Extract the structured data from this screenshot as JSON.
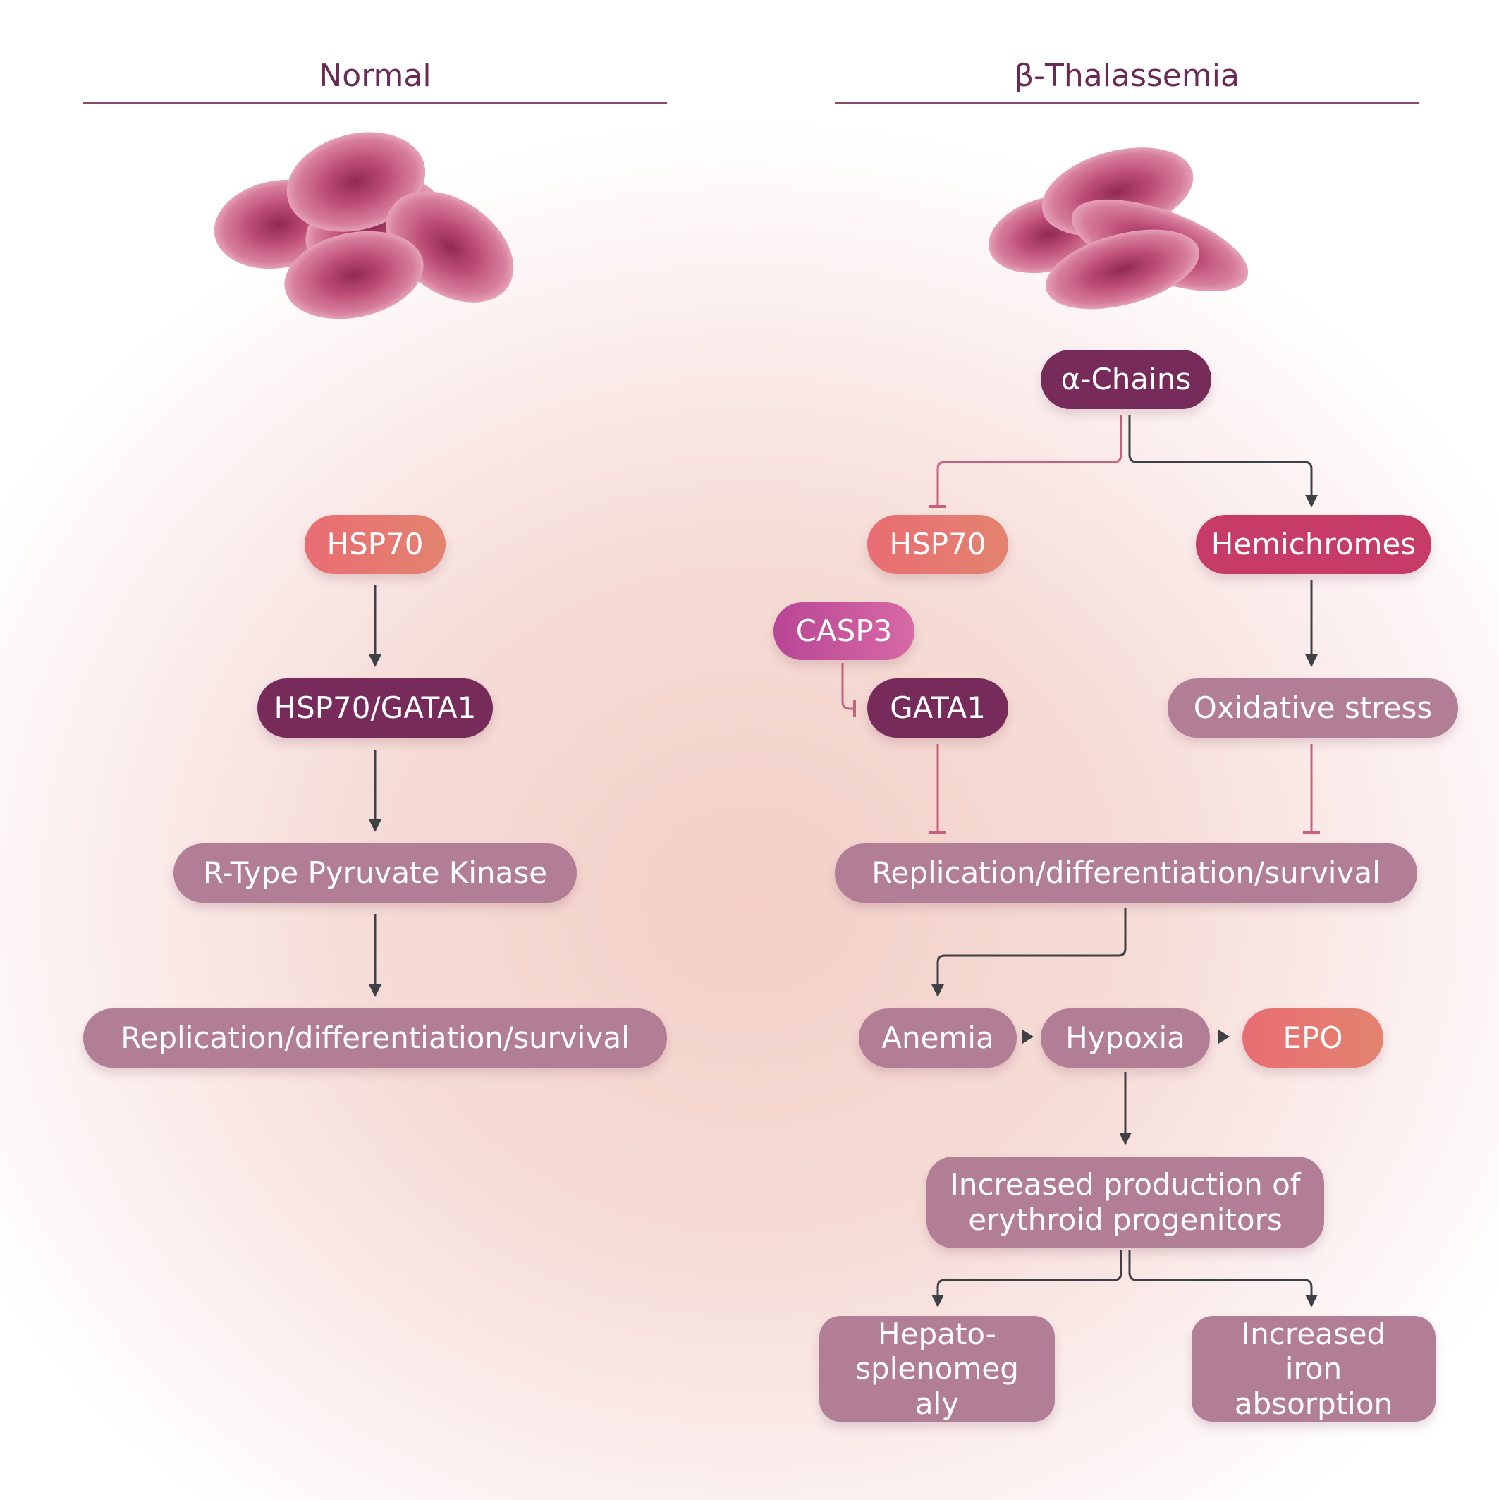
{
  "normal": {
    "title": "Normal",
    "hsp70": "HSP70",
    "hsp70_gata1": "HSP70/GATA1",
    "pyruvate_kinase": "R-Type Pyruvate Kinase",
    "outcome": "Replication/differentiation/survival"
  },
  "thalassemia": {
    "title": "β-Thalassemia",
    "alpha_chains": "α-Chains",
    "hsp70": "HSP70",
    "hemichromes": "Hemichromes",
    "casp3": "CASP3",
    "gata1": "GATA1",
    "oxidative_stress": "Oxidative stress",
    "outcome": "Replication/differentiation/survival",
    "anemia": "Anemia",
    "hypoxia": "Hypoxia",
    "epo": "EPO",
    "progenitors": "Increased production of erythroid progenitors",
    "hepato": "Hepato-splenomegaly",
    "iron": "Increased iron absorption"
  },
  "colors": {
    "title_text": "#6b2a55",
    "activation_line": "#3f3f46",
    "inhibition_line": "#c8607f",
    "plum_node": "#772b5a",
    "salmon_node": "#e6756f",
    "crimson_node": "#c63c66",
    "mauve_node": "#b27e96"
  }
}
